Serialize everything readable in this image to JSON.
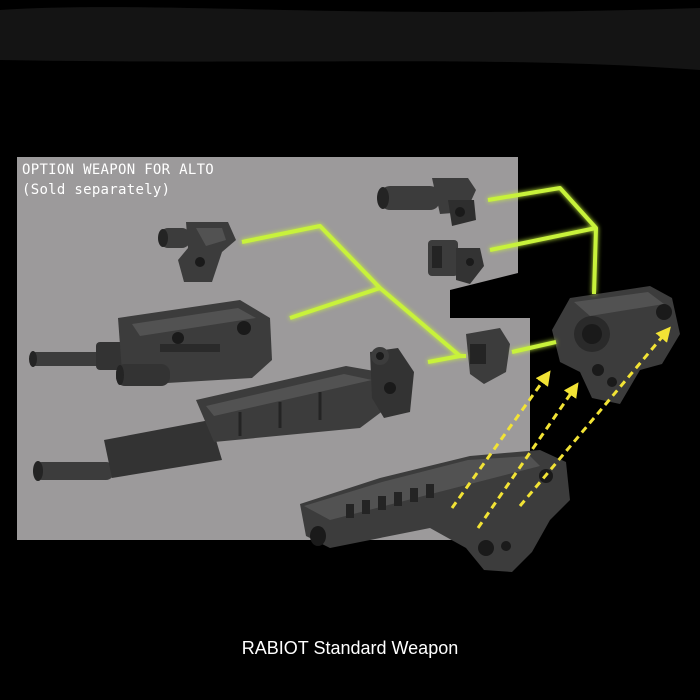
{
  "option_panel": {
    "title": "OPTION WEAPON FOR ALTO",
    "subtitle": "(Sold separately)"
  },
  "caption": "RABIOT Standard Weapon",
  "colors": {
    "background": "#000000",
    "panel": "#9c9a9b",
    "part": "#3c3c3c",
    "part_shade": "#242424",
    "part_light": "#525252",
    "connector_line": "#c8f23a",
    "connector_glow": "#8fd41a",
    "arrow": "#f2e335"
  }
}
